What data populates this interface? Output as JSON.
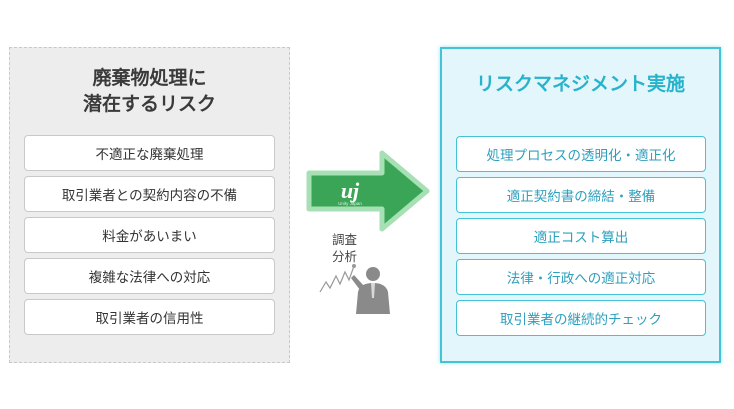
{
  "left": {
    "title_line1": "廃棄物処理に",
    "title_line2": "潜在するリスク",
    "items": [
      "不適正な廃棄処理",
      "取引業者との契約内容の不備",
      "料金があいまい",
      "複雑な法律への対応",
      "取引業者の信用性"
    ]
  },
  "right": {
    "title": "リスクマネジメント実施",
    "items": [
      "処理プロセスの透明化・適正化",
      "適正契約書の締結・整備",
      "適正コスト算出",
      "法律・行政への適正対応",
      "取引業者の継続的チェック"
    ]
  },
  "center": {
    "logo_text": "uj",
    "logo_subtext": "Unity Japan",
    "analysis_line1": "調査",
    "analysis_line2": "分析"
  },
  "colors": {
    "arrow": "#3aa556",
    "arrow_glow": "#a6e0b4",
    "accent": "#45c3d6",
    "right_title": "#27b3cc"
  }
}
